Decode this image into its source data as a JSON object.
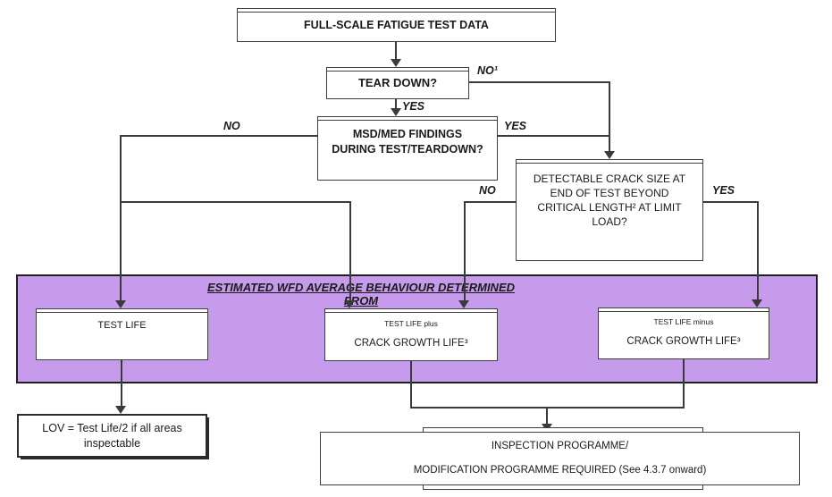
{
  "colors": {
    "band_fill": "#C79BEC",
    "connector": "#3a3a3a",
    "box_border": "#3f3f3f",
    "text": "#1a1a1a"
  },
  "nodes": {
    "fatigue_test": "FULL-SCALE FATIGUE TEST DATA",
    "tear_down": "TEAR DOWN?",
    "msd_med": [
      "MSD/MED FINDINGS",
      "DURING TEST/TEARDOWN?"
    ],
    "detectable_crack": [
      "DETECTABLE CRACK SIZE AT",
      "END OF TEST BEYOND",
      "CRITICAL LENGTH² AT LIMIT",
      "LOAD?"
    ],
    "test_life": "TEST LIFE",
    "test_life_plus": {
      "qualifier": "TEST LIFE plus",
      "label": "CRACK GROWTH LIFE³"
    },
    "test_life_minus": {
      "qualifier": "TEST LIFE minus",
      "label": "CRACK GROWTH LIFE³"
    },
    "lov": [
      "LOV = Test Life/2 if all areas",
      "inspectable"
    ],
    "inspection": [
      "INSPECTION PROGRAMME/",
      "MODIFICATION PROGRAMME REQUIRED (See 4.3.7 onward)"
    ]
  },
  "band_title": "ESTIMATED WFD AVERAGE BEHAVIOUR DETERMINED FROM",
  "edge_labels": {
    "tear_down_no": "NO¹",
    "tear_down_yes": "YES",
    "msd_no": "NO",
    "msd_yes": "YES",
    "detect_no": "NO",
    "detect_yes": "YES"
  }
}
